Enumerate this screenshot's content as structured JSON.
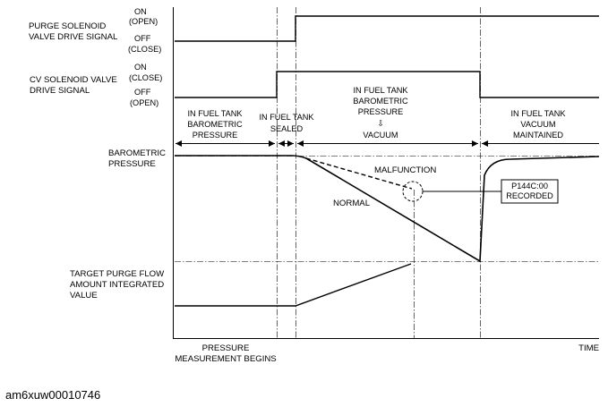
{
  "signals": {
    "purge": {
      "name_line1": "PURGE SOLENOID",
      "name_line2": "VALVE DRIVE SIGNAL",
      "on": "ON",
      "on_sub": "(OPEN)",
      "off": "OFF",
      "off_sub": "(CLOSE)"
    },
    "cv": {
      "name_line1": "CV SOLENOID VALVE",
      "name_line2": "DRIVE SIGNAL",
      "on": "ON",
      "on_sub": "(CLOSE)",
      "off": "OFF",
      "off_sub": "(OPEN)"
    }
  },
  "phases": {
    "barometric": [
      "IN FUEL TANK",
      "BAROMETRIC",
      "PRESSURE"
    ],
    "sealed": [
      "IN FUEL TANK",
      "SEALED"
    ],
    "vacuum": [
      "IN FUEL TANK",
      "BAROMETRIC",
      "PRESSURE",
      "⇩",
      "VACUUM"
    ],
    "maintained": [
      "IN FUEL TANK",
      "VACUUM",
      "MAINTAINED"
    ]
  },
  "pressure_graph": {
    "label_line1": "BAROMETRIC",
    "label_line2": "PRESSURE",
    "malfunction": "MALFUNCTION",
    "normal": "NORMAL",
    "dtc_line1": "P144C:00",
    "dtc_line2": "RECORDED"
  },
  "purge_flow": {
    "line1": "TARGET PURGE FLOW",
    "line2": "AMOUNT INTEGRATED",
    "line3": "VALUE"
  },
  "axis": {
    "start_line1": "PRESSURE",
    "start_line2": "MEASUREMENT BEGINS",
    "time": "TIME"
  },
  "figure_id": "am6xuw00010746"
}
